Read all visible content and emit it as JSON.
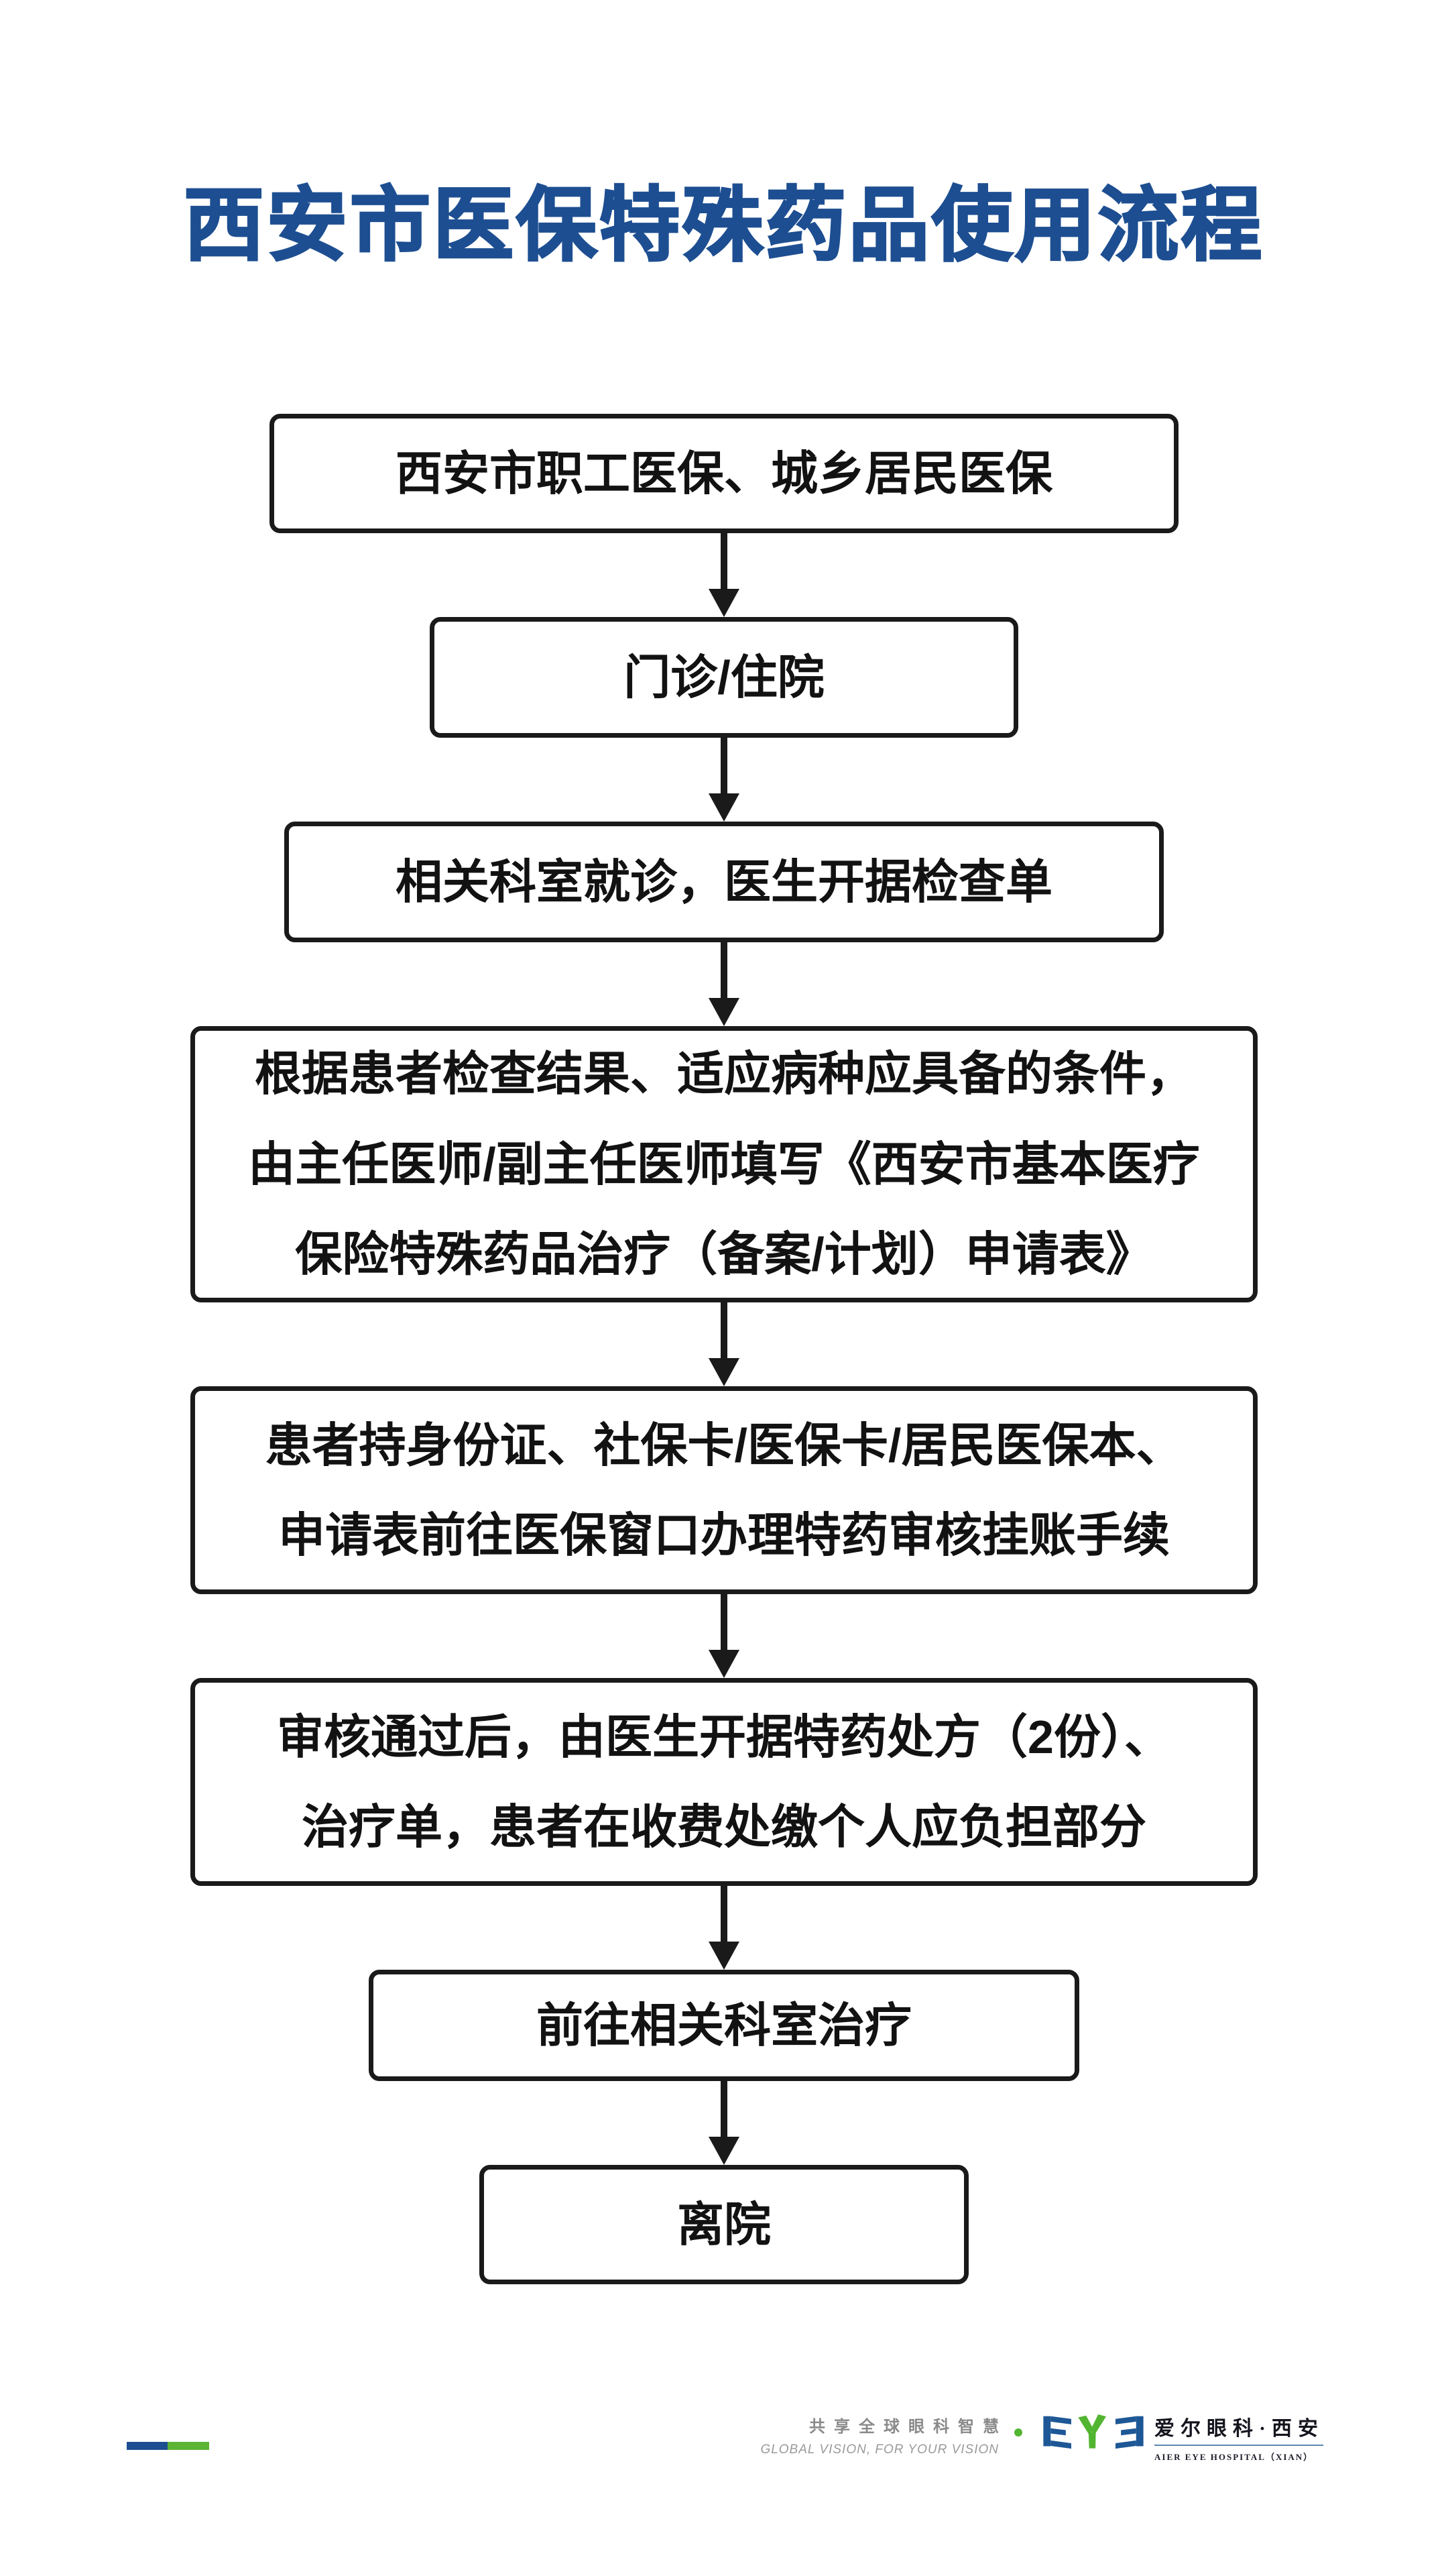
{
  "title": "西安市医保特殊药品使用流程",
  "flow": {
    "boxes": [
      {
        "lines": [
          "西安市职工医保、城乡居民医保"
        ]
      },
      {
        "lines": [
          "门诊/住院"
        ]
      },
      {
        "lines": [
          "相关科室就诊，医生开据检查单"
        ]
      },
      {
        "lines": [
          "根据患者检查结果、适应病种应具备的条件，",
          "由主任医师/副主任医师填写《西安市基本医疗",
          "保险特殊药品治疗（备案/计划）申请表》"
        ]
      },
      {
        "lines": [
          "患者持身份证、社保卡/医保卡/居民医保本、",
          "申请表前往医保窗口办理特药审核挂账手续"
        ]
      },
      {
        "lines": [
          "审核通过后，由医生开据特药处方（2份）、",
          "治疗单，患者在收费处缴个人应负担部分"
        ]
      },
      {
        "lines": [
          "前往相关科室治疗"
        ]
      },
      {
        "lines": [
          "离院"
        ]
      }
    ]
  },
  "footer": {
    "slogan_zh": "共享全球眼科智慧",
    "slogan_en": "GLOBAL VISION, FOR YOUR VISION",
    "brand_zh": "爱尔眼科·西安",
    "brand_en": "AIER EYE HOSPITAL（XIAN）",
    "logo_letters": "EYE"
  },
  "colors": {
    "title_blue": "#1d4e91",
    "brand_blue": "#1d5796",
    "brand_green": "#52b531",
    "box_border": "#1a1a1a",
    "slogan_gray": "#8c8c8c"
  }
}
